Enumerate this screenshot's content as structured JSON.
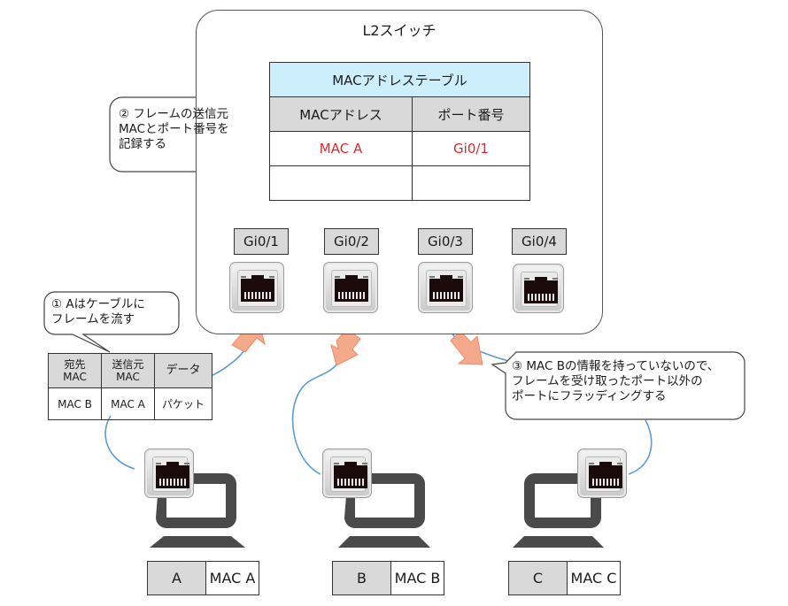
{
  "switch": {
    "title": "L2スイッチ",
    "mac_table": {
      "title": "MACアドレステーブル",
      "headers": [
        "MACアドレス",
        "ポート番号"
      ],
      "rows": [
        {
          "mac": "MAC A",
          "port": "Gi0/1"
        },
        {
          "mac": "",
          "port": ""
        }
      ],
      "learned_color": "#e0262b"
    },
    "ports": [
      "Gi0/1",
      "Gi0/2",
      "Gi0/3",
      "Gi0/4"
    ]
  },
  "callouts": {
    "step1": {
      "lines": [
        "① Aはケーブルに",
        "フレームを流す"
      ]
    },
    "step2": {
      "lines": [
        "② フレームの送信元",
        "MACとポート番号を",
        "記録する"
      ]
    },
    "step3": {
      "lines": [
        "③ MAC Bの情報を持っていないので、",
        "フレームを受け取ったポート以外の",
        "ポートにフラッディングする"
      ]
    }
  },
  "frame": {
    "headers": [
      [
        "宛先",
        "MAC"
      ],
      [
        "送信元",
        "MAC"
      ],
      [
        "データ"
      ]
    ],
    "values": [
      "MAC B",
      "MAC A",
      "パケット"
    ]
  },
  "hosts": [
    {
      "name": "A",
      "mac": "MAC A",
      "port": "Gi0/1",
      "direction": "to-switch"
    },
    {
      "name": "B",
      "mac": "MAC B",
      "port": "Gi0/2",
      "direction": "from-switch"
    },
    {
      "name": "C",
      "mac": "MAC C",
      "port": "Gi0/3",
      "direction": "from-switch"
    }
  ],
  "colors": {
    "arrow": "#f4a98a",
    "cable": "#5b9bd5",
    "table_title_bg": "#cdeefc",
    "header_bg": "#d9d9d9",
    "monitor": "#4a4a4a"
  }
}
